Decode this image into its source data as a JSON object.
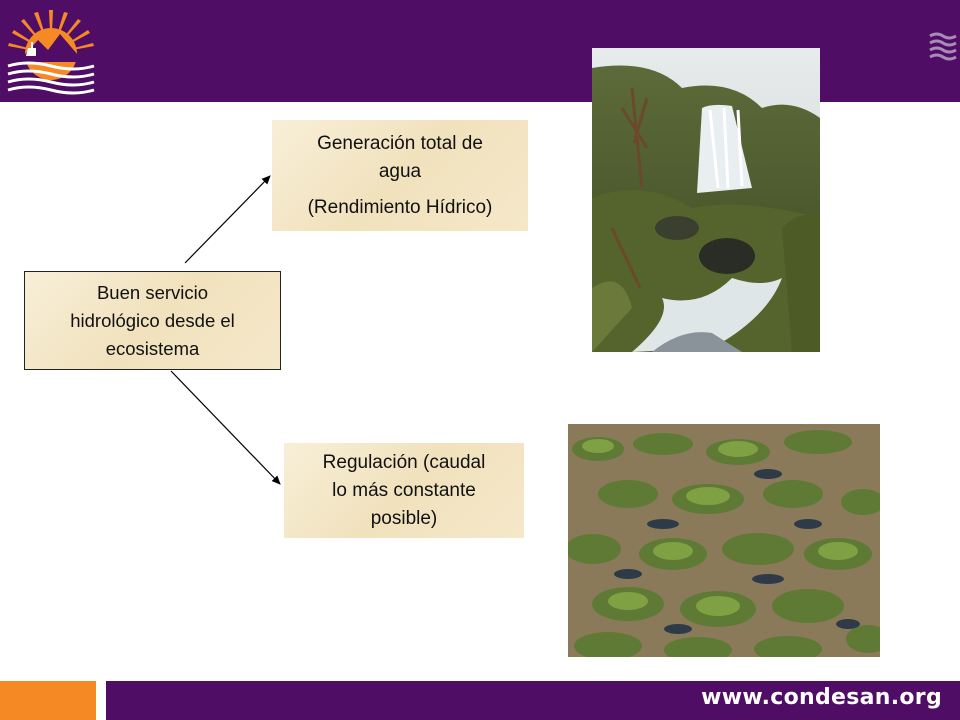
{
  "theme": {
    "brand_purple": "#4f0d66",
    "brand_orange": "#f58a24",
    "box_fill": "#f4e8cc"
  },
  "header": {
    "logo_icon": "condesan-sun-mountain-logo-icon",
    "mark_icon": "wave-lines-icon"
  },
  "diagram": {
    "source_box": {
      "lines": [
        "Buen servicio",
        "hidrológico desde el",
        "ecosistema"
      ]
    },
    "generation_box": {
      "lines": [
        "Generación total de",
        "agua",
        "(Rendimiento Hídrico)"
      ]
    },
    "regulation_box": {
      "lines": [
        "Regulación (caudal",
        "lo más constante",
        "posible)"
      ]
    }
  },
  "photos": {
    "waterfall": {
      "subject": "paramo-waterfall-photo"
    },
    "wetland": {
      "subject": "cushion-bog-wetland-photo"
    }
  },
  "footer": {
    "url": "www.condesan.org"
  }
}
